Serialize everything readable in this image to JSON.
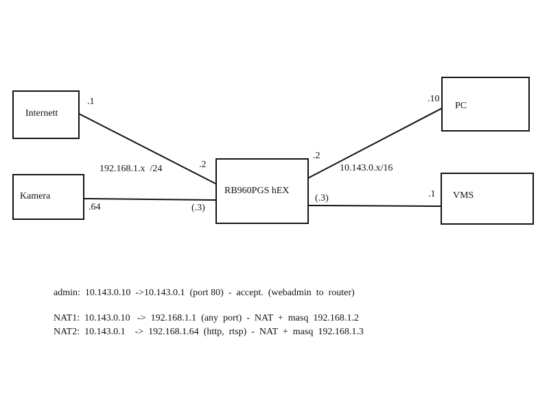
{
  "nodes": {
    "internet": "Internett",
    "kamera": "Kamera",
    "router": "RB960PGS  hEX",
    "pc": "PC",
    "vms": "VMS"
  },
  "labels": {
    "internet_ip": ".1",
    "router_wan_ip": ".2",
    "wan_subnet": "192.168.1.x  /24",
    "kamera_ip": ".64",
    "router_wan_nat_ip": "(.3)",
    "router_lan_ip": ".2",
    "pc_ip": ".10",
    "lan_subnet": "10.143.0.x/16",
    "router_lan_nat_ip": "(.3)",
    "vms_ip": ".1"
  },
  "notes": {
    "admin": "admin:  10.143.0.10  ->10.143.0.1  (port 80)  -  accept.  (webadmin  to  router)",
    "nat1": "NAT1:  10.143.0.10   ->  192.168.1.1  (any  port)  -  NAT  +  masq  192.168.1.2",
    "nat2": "NAT2:  10.143.0.1    ->  192.168.1.64  (http,  rtsp)  -  NAT  +  masq  192.168.1.3"
  }
}
